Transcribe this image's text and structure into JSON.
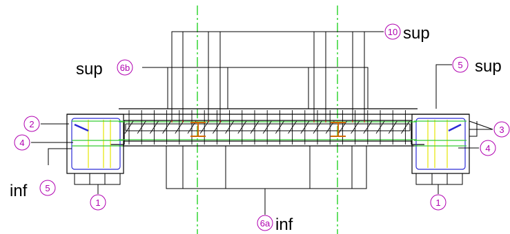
{
  "labels": {
    "sup_top": "sup",
    "sup_left": "sup",
    "sup_right": "sup",
    "inf_left": "inf",
    "inf_bottom": "inf"
  },
  "tags": {
    "t10": "10",
    "t6b": "6b",
    "t5_top": "5",
    "t2": "2",
    "t4_left": "4",
    "t5_left": "5",
    "t1_left": "1",
    "t3": "3",
    "t4_right": "4",
    "t1_right": "1",
    "t6a": "6a"
  },
  "colors": {
    "outline": "#000000",
    "axis": "#00cc00",
    "rebar_green": "#33cc33",
    "rebar_red": "#e00000",
    "stirrup_yellow": "#e6e600",
    "stirrup_blue": "#2a2ad6",
    "steel_beam": "#d06a00",
    "tag_circle": "#b000b0",
    "stud_magenta": "#cc00cc"
  }
}
